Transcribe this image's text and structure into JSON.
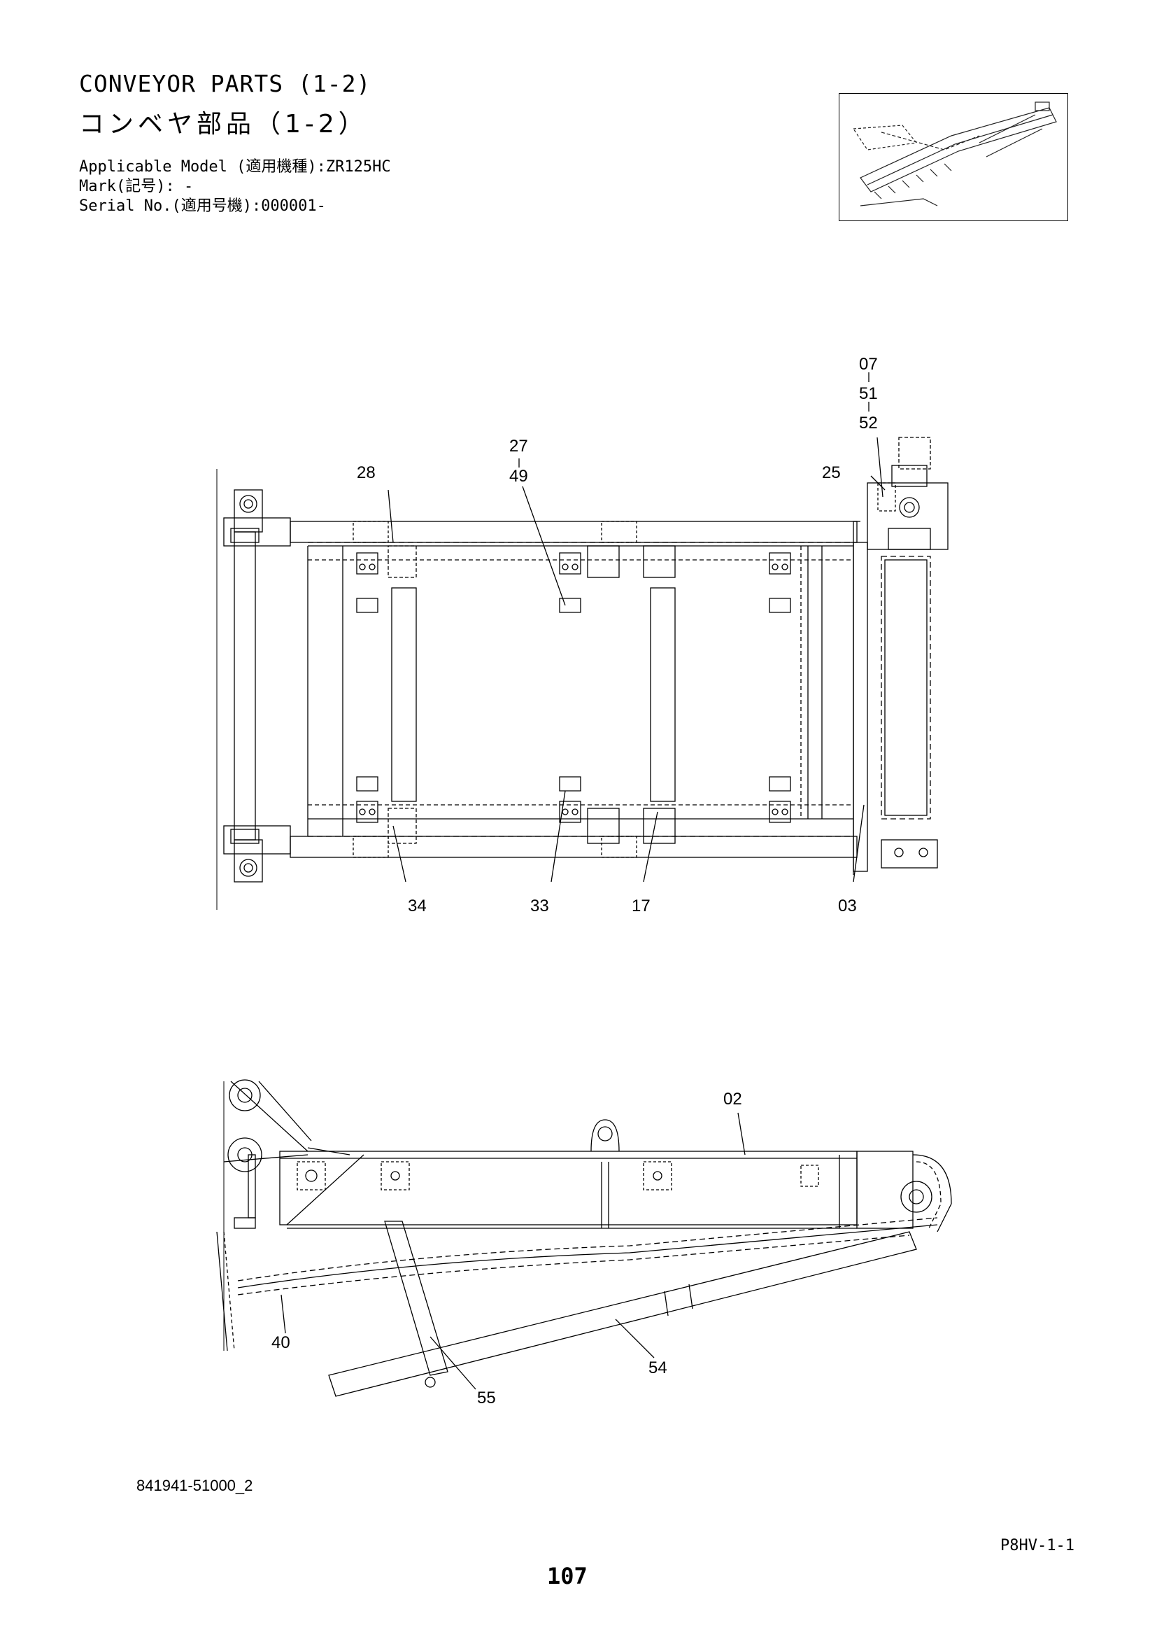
{
  "header": {
    "title_en": "CONVEYOR PARTS (1-2)",
    "title_jp": "コンベヤ部品（1-2）",
    "model_line": "Applicable Model (適用機種):ZR125HC",
    "mark_line": "Mark(記号): -",
    "serial_line": "Serial No.(適用号機):000001-"
  },
  "callouts": {
    "c07": "07",
    "c51": "51",
    "c52": "52",
    "c27": "27",
    "c49": "49",
    "c28": "28",
    "c25": "25",
    "c34": "34",
    "c33": "33",
    "c17": "17",
    "c03": "03",
    "c02": "02",
    "c40": "40",
    "c54": "54",
    "c55": "55"
  },
  "footer": {
    "drawing_id": "841941-51000_2",
    "page_code": "P8HV-1-1",
    "page_number": "107"
  }
}
